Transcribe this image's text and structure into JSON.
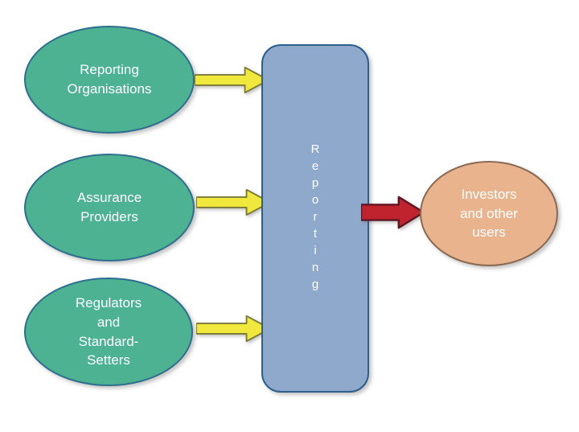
{
  "diagram": {
    "sources": [
      {
        "label": "Reporting\nOrganisations"
      },
      {
        "label": "Assurance\nProviders"
      },
      {
        "label": "Regulators\nand\nStandard-\nSetters"
      }
    ],
    "process": {
      "label": "Reporting"
    },
    "audience": {
      "label": "Investors\nand other\nusers"
    }
  },
  "colors": {
    "background": "#ffffff",
    "source-fill": "#4cb292",
    "source-stroke": "#2e6e8e",
    "process-fill": "#8fa9cd",
    "process-stroke": "#2e5f8a",
    "audience-fill": "#e9b48d",
    "audience-stroke": "#8a6a52",
    "yellow-arrow-fill": "#f0e83d",
    "yellow-arrow-stroke": "#7a7a33",
    "red-arrow-fill": "#c0232e",
    "red-arrow-stroke": "#5f1620",
    "text": "#ffffff"
  }
}
